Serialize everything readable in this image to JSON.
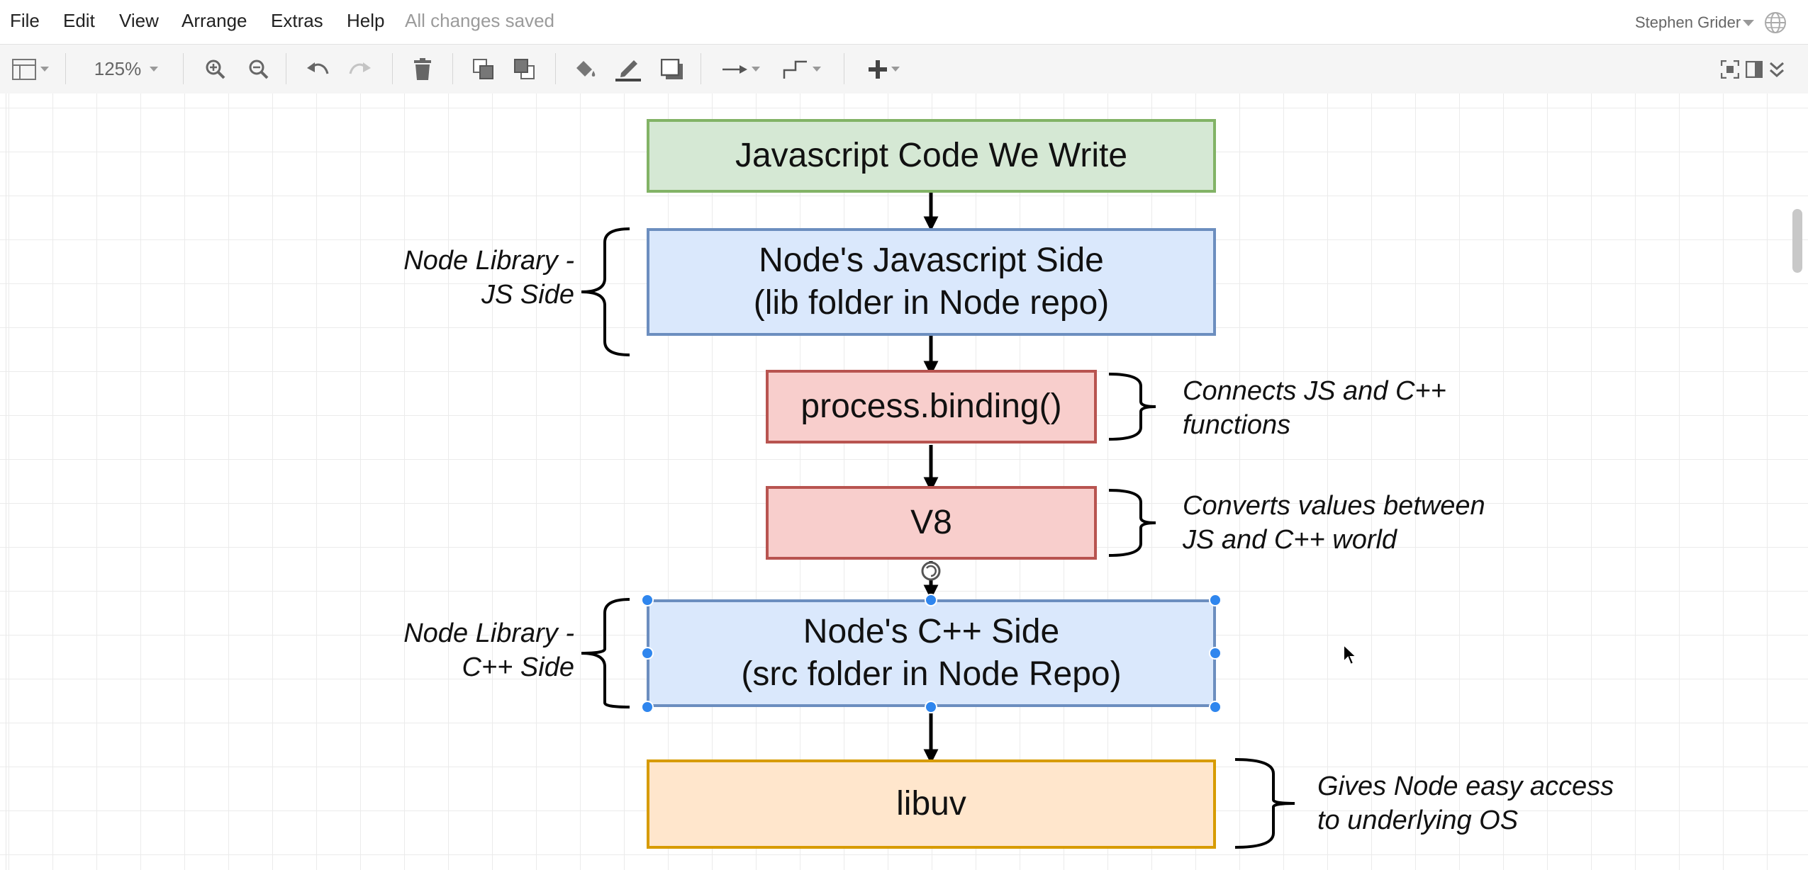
{
  "menu": {
    "items": [
      {
        "id": "file",
        "label": "File"
      },
      {
        "id": "edit",
        "label": "Edit"
      },
      {
        "id": "view",
        "label": "View"
      },
      {
        "id": "arrange",
        "label": "Arrange"
      },
      {
        "id": "extras",
        "label": "Extras"
      },
      {
        "id": "help",
        "label": "Help"
      }
    ],
    "status": "All changes saved",
    "user": "Stephen Grider"
  },
  "toolbar": {
    "zoom": "125%",
    "icons": [
      "format-panel-icon",
      "zoom-in-icon",
      "zoom-out-icon",
      "undo-icon",
      "redo-icon",
      "delete-icon",
      "to-front-icon",
      "to-back-icon",
      "fill-color-icon",
      "line-color-icon",
      "shadow-icon",
      "connection-icon",
      "waypoints-icon",
      "insert-icon",
      "fullscreen-icon",
      "format-toggle-icon",
      "collapse-icon"
    ]
  },
  "diagram": {
    "boxes": {
      "js_code": {
        "lines": [
          "Javascript Code We Write"
        ],
        "color": "#d5e8d4"
      },
      "node_js_side": {
        "lines": [
          "Node's Javascript Side",
          "(lib folder in Node repo)"
        ],
        "color": "#dae8fc"
      },
      "process_binding": {
        "lines": [
          "process.binding()"
        ],
        "color": "#f8cecc"
      },
      "v8": {
        "lines": [
          "V8"
        ],
        "color": "#f8cecc"
      },
      "node_cpp_side": {
        "lines": [
          "Node's C++ Side",
          "(src folder in Node Repo)"
        ],
        "color": "#dae8fc"
      },
      "libuv": {
        "lines": [
          "libuv"
        ],
        "color": "#ffe6cc"
      }
    },
    "notes": {
      "node_lib_js": {
        "lines": [
          "Node Library -",
          "JS Side"
        ]
      },
      "connects": {
        "lines": [
          "Connects JS and C++",
          "functions"
        ]
      },
      "converts": {
        "lines": [
          "Converts values between",
          "JS and C++ world"
        ]
      },
      "node_lib_cpp": {
        "lines": [
          "Node Library -",
          "C++ Side"
        ]
      },
      "gives": {
        "lines": [
          "Gives Node easy access",
          "to underlying OS"
        ]
      }
    },
    "selected": "node_cpp_side",
    "selection_color": "#2f86ee"
  }
}
